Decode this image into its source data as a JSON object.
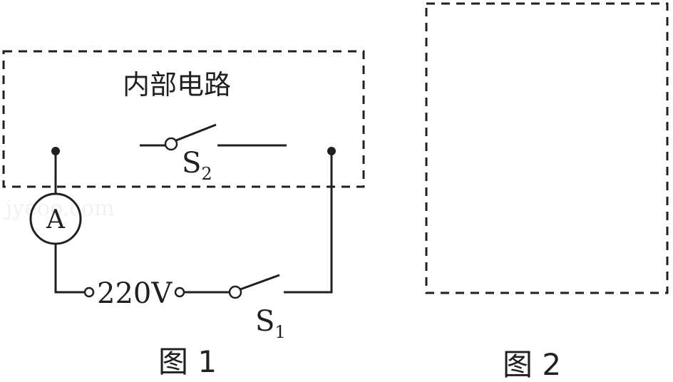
{
  "figure1": {
    "box_label": "内部电路",
    "ammeter_label": "A",
    "voltage_label": "220V",
    "switch2_main": "S",
    "switch2_sub": "2",
    "switch1_main": "S",
    "switch1_sub": "1",
    "caption": "图 1"
  },
  "figure2": {
    "caption": "图 2"
  },
  "watermark": "jyeoo.com",
  "colors": {
    "line": "#231f20",
    "background": "#ffffff"
  }
}
